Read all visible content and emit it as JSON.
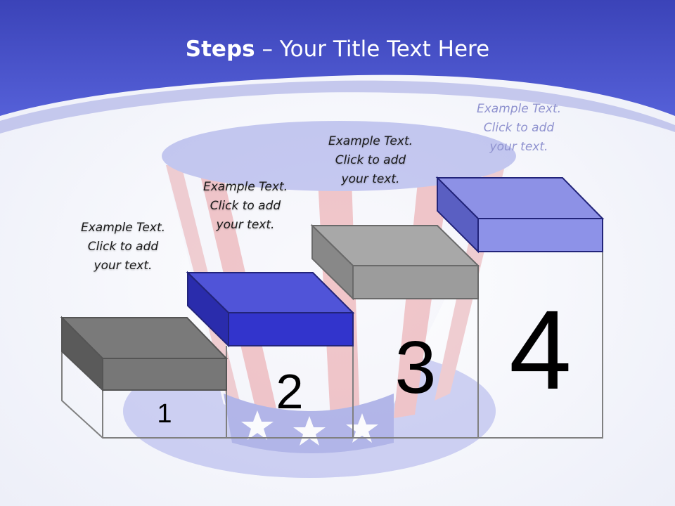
{
  "slide": {
    "title_bold": "Steps",
    "title_rest": " – Your Title Text Here"
  },
  "steps": [
    {
      "number": "1",
      "caption": [
        "Example Text.",
        "Click  to add",
        "your text."
      ]
    },
    {
      "number": "2",
      "caption": [
        "Example Text.",
        "Click  to add",
        "your text."
      ]
    },
    {
      "number": "3",
      "caption": [
        "Example Text.",
        "Click  to add",
        "your text."
      ]
    },
    {
      "number": "4",
      "caption": [
        "Example Text.",
        "Click  to add",
        "your text."
      ]
    }
  ],
  "colors": {
    "header_blue": "#4a54cc",
    "step1_top": "#7a7a7a",
    "step2_top": "#3a3ccc",
    "step3_top": "#a8a8a8",
    "step4_top": "#8d91e6",
    "caption_faded": "#8f92cf"
  }
}
